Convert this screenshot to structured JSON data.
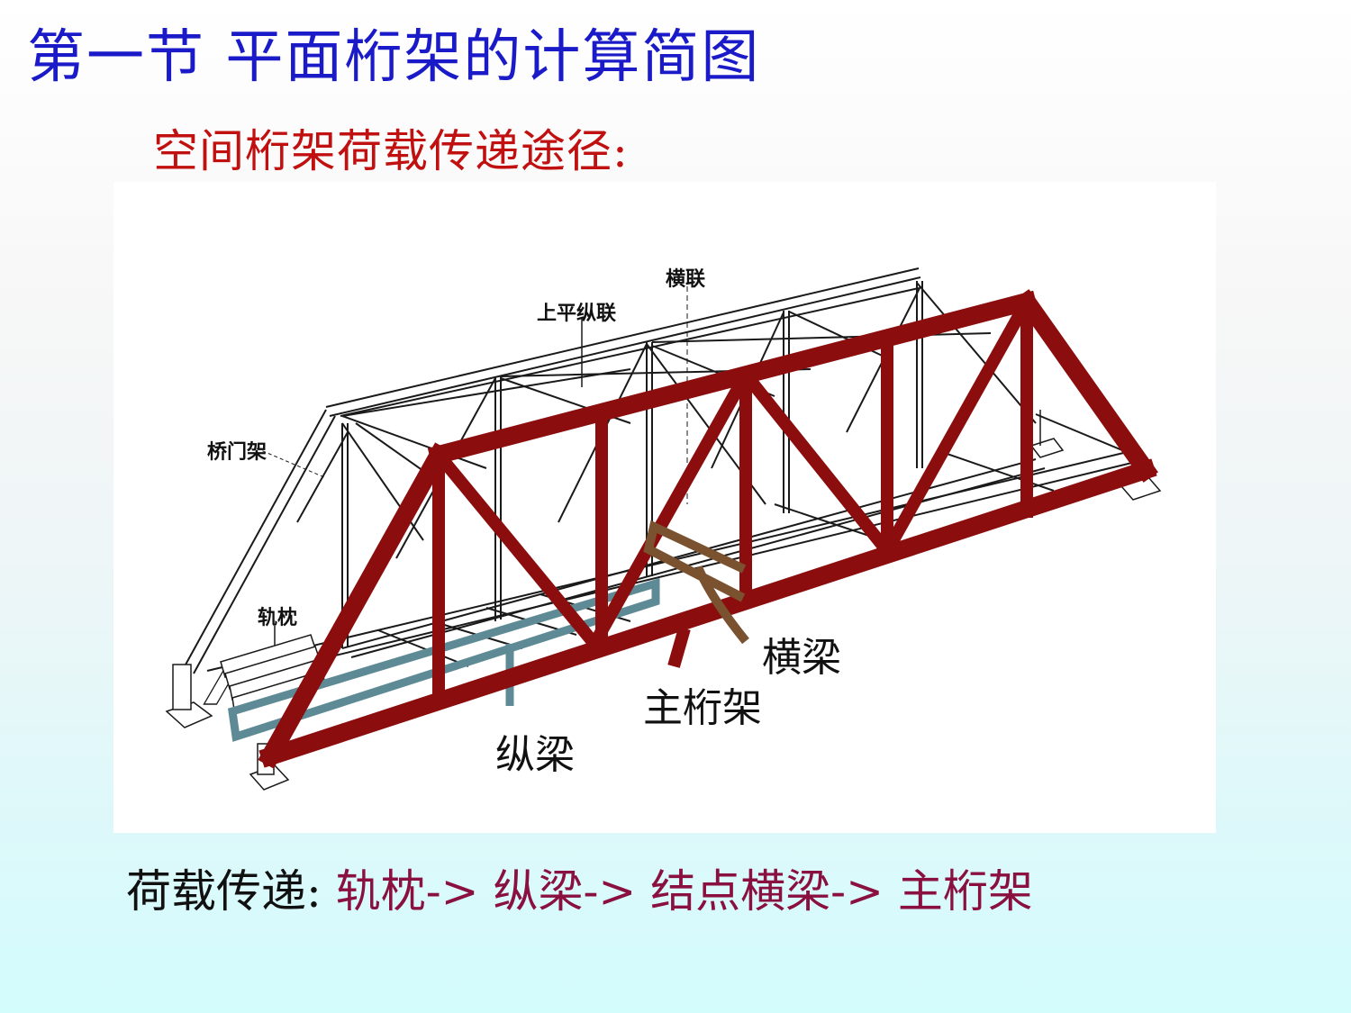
{
  "slide": {
    "title": "第一节  平面桁架的计算简图",
    "subtitle": "空间桁架荷载传递途径:",
    "colors": {
      "title": "#1a1ac8",
      "subtitle": "#c01010",
      "main_truss": "#8b0d0d",
      "stringer": "#5e8a96",
      "floor_beam": "#7a5230",
      "path_steps": "#8a1040",
      "background_top": "#ffffff",
      "background_bottom": "#d3fcfd"
    }
  },
  "figure": {
    "drawing_labels": {
      "cross_bracing": "横联",
      "top_lateral_bracing": "上平纵联",
      "portal_frame": "桥门架",
      "sleepers": "轨枕"
    },
    "overlay_labels": {
      "floor_beam": "横梁",
      "main_truss": "主桁架",
      "stringer": "纵梁"
    }
  },
  "load_path": {
    "label": "荷载传递:",
    "steps": [
      "轨枕->",
      "纵梁->",
      "结点横梁->",
      "主桁架"
    ]
  }
}
